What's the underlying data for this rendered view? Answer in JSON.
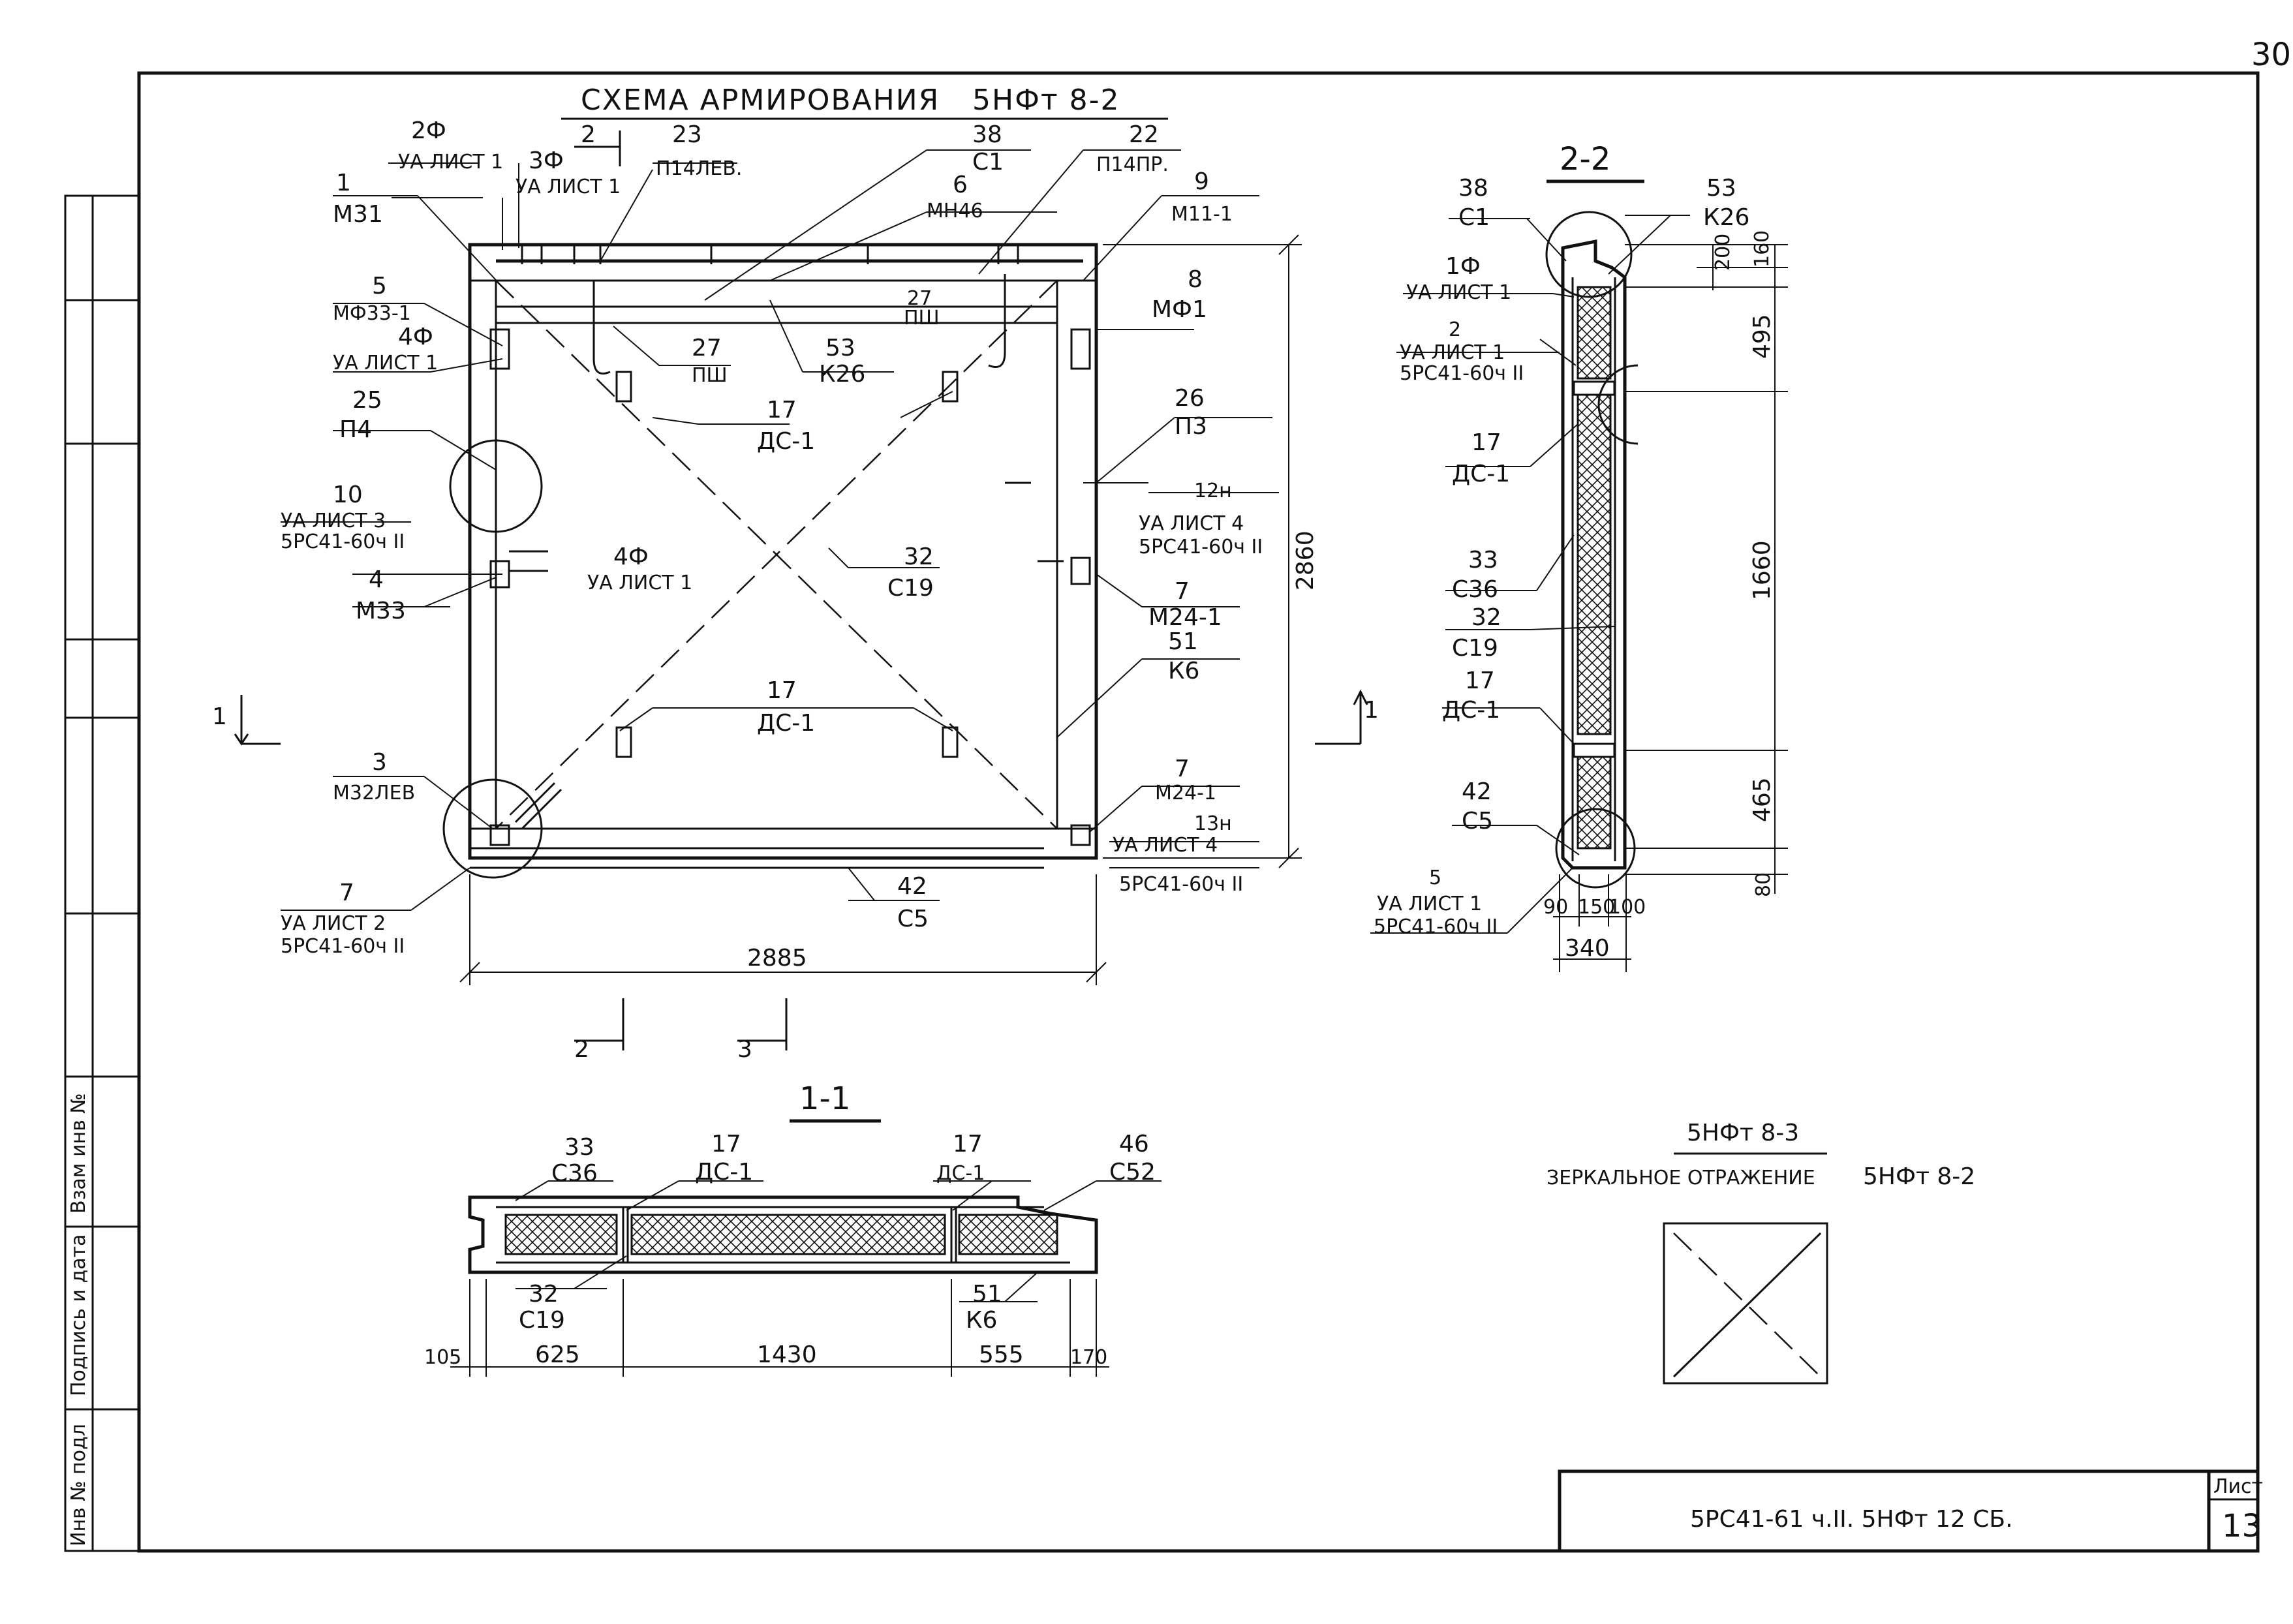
{
  "page_number": "30",
  "main_title": {
    "caption": "СХЕМА АРМИРОВАНИЯ",
    "mark": "5НФт 8-2"
  },
  "callouts": {
    "c2f": {
      "num": "2Ф",
      "ref": "УА ЛИСТ 1"
    },
    "c3f": {
      "num": "3Ф",
      "ref": "УА ЛИСТ 1"
    },
    "c23": {
      "num": "23",
      "ref": "П14ЛЕВ."
    },
    "c38": {
      "num": "38",
      "ref": "С1"
    },
    "c6": {
      "num": "6",
      "ref": "МН46"
    },
    "c22": {
      "num": "22",
      "ref": "П14ПР."
    },
    "c9": {
      "num": "9",
      "ref": "М11-1"
    },
    "c1": {
      "num": "1",
      "ref": "М31"
    },
    "c5": {
      "num": "5",
      "ref": "МФ33-1"
    },
    "c4f": {
      "num": "4Ф",
      "ref": "УА ЛИСТ 1"
    },
    "c27a": {
      "num": "27",
      "ref": "ПШ"
    },
    "c27b": {
      "num": "27",
      "ref": "ПШ"
    },
    "c53": {
      "num": "53",
      "ref": "К26"
    },
    "c8": {
      "num": "8",
      "ref": "МФ1"
    },
    "c25": {
      "num": "25",
      "ref": "П4"
    },
    "c17a": {
      "num": "17",
      "ref": "ДС-1"
    },
    "c26": {
      "num": "26",
      "ref": "П3"
    },
    "c10": {
      "num": "10",
      "ref": "УА ЛИСТ 3",
      "ref2": "5РС41-60ч II"
    },
    "c12n": {
      "num": "12н",
      "ref": "УА ЛИСТ 4",
      "ref2": "5РС41-60ч II"
    },
    "c4f2": {
      "num": "4Ф",
      "ref": "УА ЛИСТ 1"
    },
    "c4": {
      "num": "4",
      "ref": "М33"
    },
    "c32": {
      "num": "32",
      "ref": "С19"
    },
    "c7a": {
      "num": "7",
      "ref": "М24-1"
    },
    "c51": {
      "num": "51",
      "ref": "К6"
    },
    "c17b": {
      "num": "17",
      "ref": "ДС-1"
    },
    "c3": {
      "num": "3",
      "ref": "М32ЛЕВ"
    },
    "c7b": {
      "num": "7",
      "ref": "М24-1"
    },
    "c13n": {
      "num": "13н",
      "ref": "УА ЛИСТ 4",
      "ref2": "5РС41-60ч II"
    },
    "c7c": {
      "num": "7",
      "ref": "УА ЛИСТ 2",
      "ref2": "5РС41-60ч II"
    },
    "c42": {
      "num": "42",
      "ref": "С5"
    }
  },
  "section_marks": {
    "s1_left": "1",
    "s1_right": "1",
    "s2_top": "2",
    "s2_bottom": "2",
    "s3_bottom": "3"
  },
  "main_dims": {
    "width": "2885",
    "height": "2860"
  },
  "section_22": {
    "title": "2-2",
    "c38": {
      "num": "38",
      "ref": "С1"
    },
    "c53": {
      "num": "53",
      "ref": "К26"
    },
    "c1f": {
      "num": "1Ф",
      "ref": "УА ЛИСТ 1"
    },
    "c2": {
      "num": "2",
      "ref": "УА ЛИСТ 1",
      "ref2": "5РС41-60ч II"
    },
    "c17a": {
      "num": "17",
      "ref": "ДС-1"
    },
    "c33": {
      "num": "33",
      "ref": "С36"
    },
    "c32": {
      "num": "32",
      "ref": "С19"
    },
    "c17b": {
      "num": "17",
      "ref": "ДС-1"
    },
    "c42": {
      "num": "42",
      "ref": "С5"
    },
    "c5": {
      "num": "5",
      "ref": "УА ЛИСТ 1",
      "ref2": "5РС41-60ч II"
    },
    "dims_v": [
      "200",
      "160",
      "495",
      "1660",
      "465",
      "80"
    ],
    "dims_h": [
      "90",
      "150",
      "100",
      "340"
    ]
  },
  "section_11": {
    "title": "1-1",
    "c33": {
      "num": "33",
      "ref": "С36"
    },
    "c17a": {
      "num": "17",
      "ref": "ДС-1"
    },
    "c17b": {
      "num": "17",
      "ref": "ДС-1"
    },
    "c46": {
      "num": "46",
      "ref": "С52"
    },
    "c32": {
      "num": "32",
      "ref": "С19"
    },
    "c51": {
      "num": "51",
      "ref": "К6"
    },
    "dims": [
      "105",
      "625",
      "1430",
      "555",
      "170"
    ]
  },
  "mirror": {
    "mark": "5НФт 8-3",
    "caption": "ЗЕРКАЛЬНОЕ ОТРАЖЕНИЕ",
    "ref": "5НФт 8-2"
  },
  "stamp": {
    "code": "5РС41-61 ч.II. 5НФт 12 СБ.",
    "sheet_label": "Лист",
    "sheet_no": "13"
  },
  "side_stamp": {
    "f1": "Взам инв №",
    "f2": "Подпись и дата",
    "f3": "Инв № подл"
  }
}
